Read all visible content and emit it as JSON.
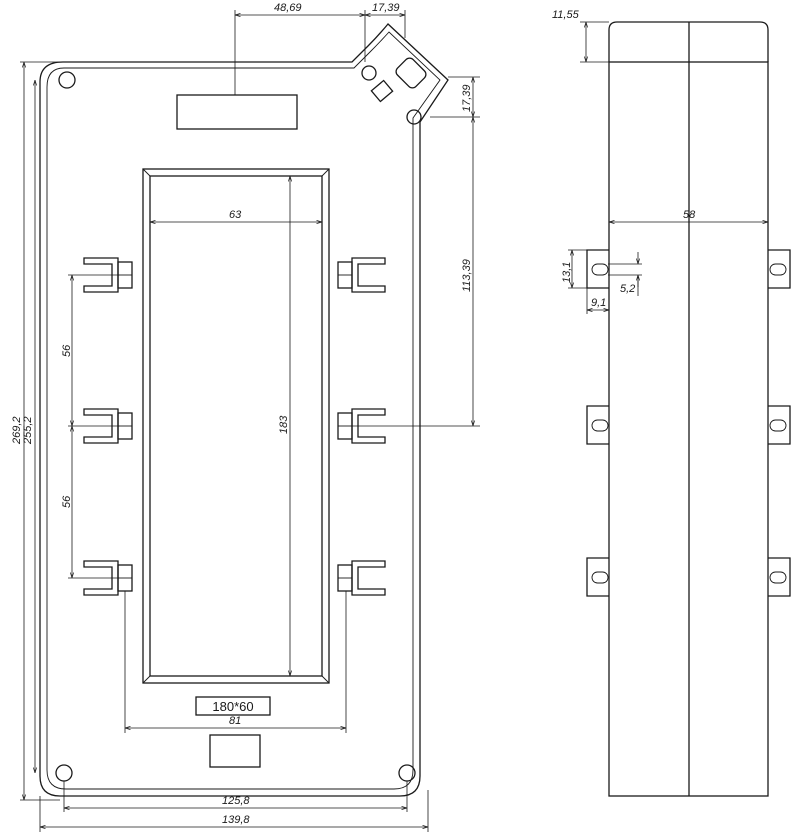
{
  "front_view": {
    "dims": {
      "top_offset": "48,69",
      "top_corner": "17,39",
      "right_corner": "17,39",
      "right_height": "113,39",
      "overall_height": "269,2",
      "inner_height": "255,2",
      "window_width": "63",
      "window_height": "183",
      "slot_pitch_1": "56",
      "slot_pitch_2": "56",
      "slot_span": "81",
      "hole_span": "125,8",
      "overall_width": "139,8"
    },
    "window_label": "180*60"
  },
  "side_view": {
    "dims": {
      "top_step": "11,55",
      "width": "58",
      "bracket_height": "13,1",
      "slot_width": "5,2",
      "bracket_depth": "9,1"
    }
  }
}
